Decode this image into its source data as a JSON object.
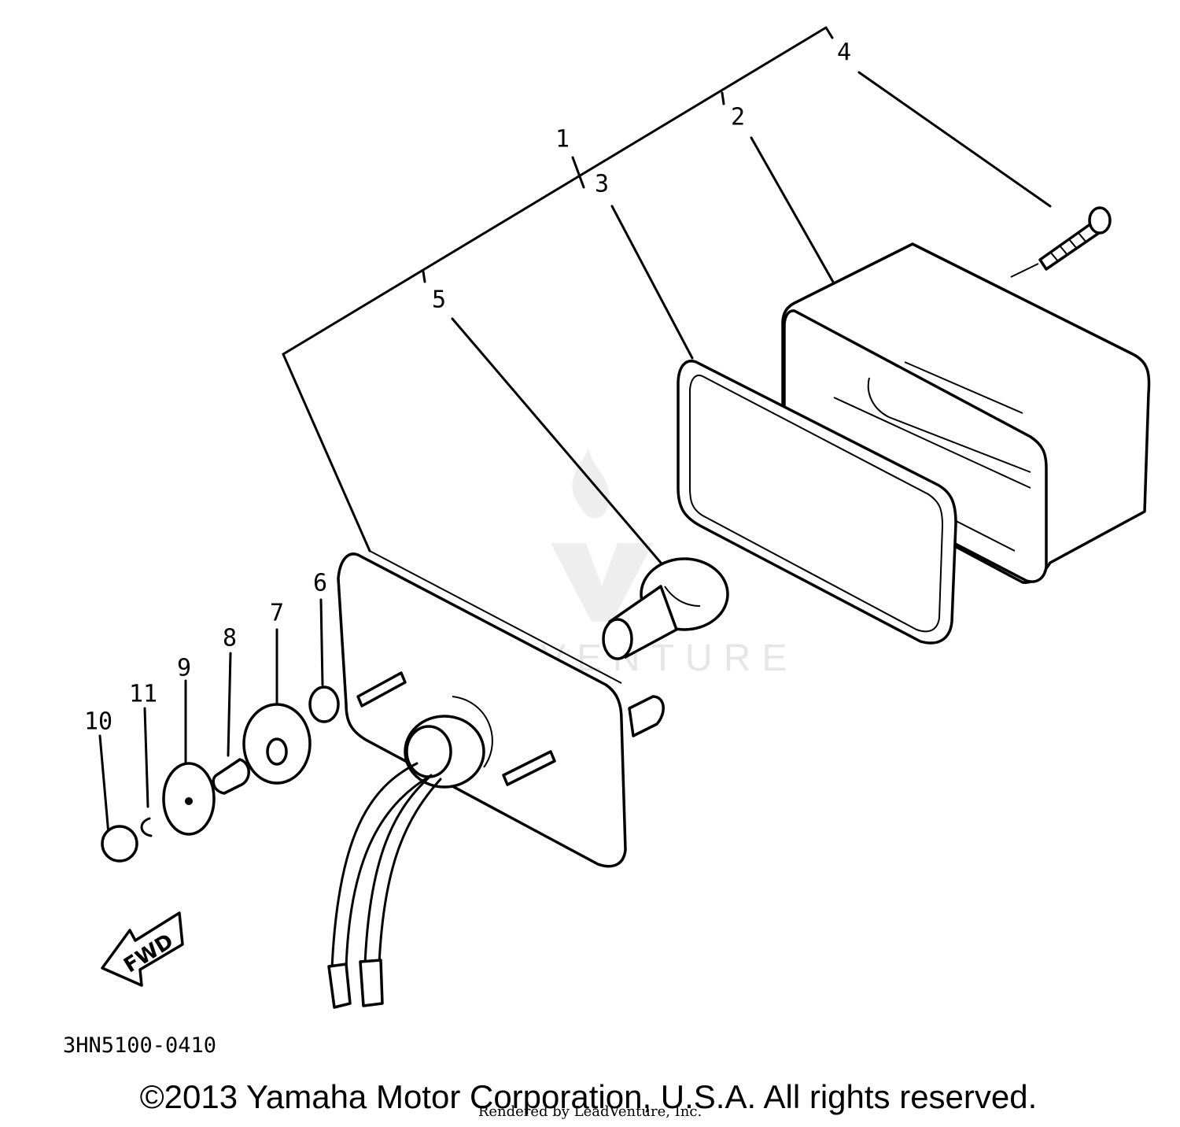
{
  "diagram": {
    "callouts": [
      "1",
      "2",
      "3",
      "4",
      "5",
      "6",
      "7",
      "8",
      "9",
      "10",
      "11"
    ],
    "part_code": "3HN5100-0410",
    "fwd_label": "FWD",
    "watermark_text": "LEADVENTURE",
    "copyright": "©2013 Yamaha Motor Corporation, U.S.A. All rights reserved.",
    "rendered_by": "Rendered by LeadVenture, Inc.",
    "line_color": "#000000",
    "watermark_color": "#e6e6e6"
  }
}
